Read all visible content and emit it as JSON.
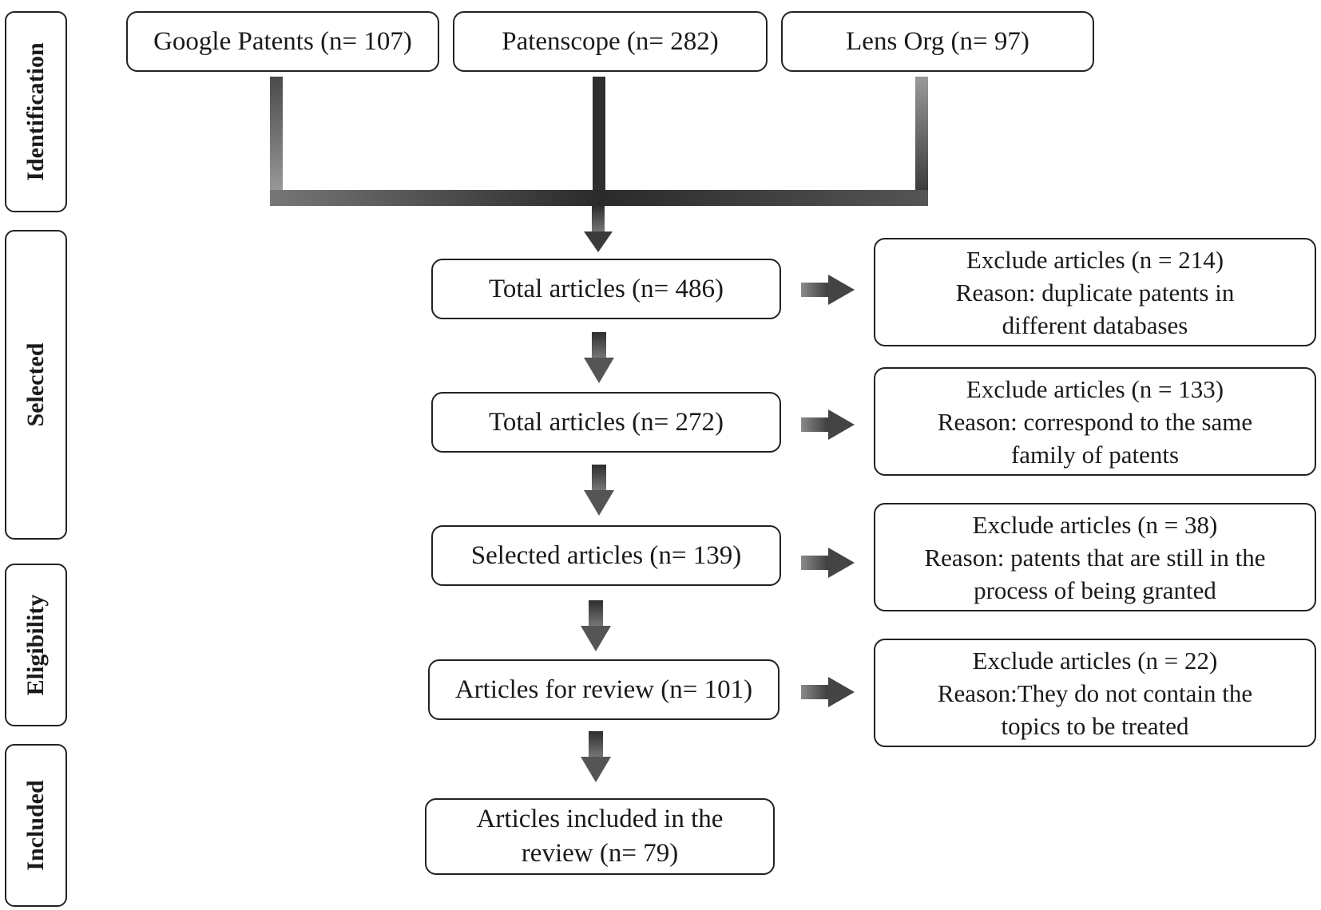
{
  "stages": {
    "identification": "Identification",
    "selected": "Selected",
    "eligibility": "Eligibility",
    "included": "Included"
  },
  "sources": [
    "Google Patents (n= 107)",
    "Patenscope (n= 282)",
    "Lens Org (n= 97)"
  ],
  "steps": {
    "total_486": "Total articles (n= 486)",
    "total_272": "Total articles (n= 272)",
    "selected_139": "Selected articles (n= 139)",
    "review_101": "Articles for review (n= 101)",
    "included_line1": "Articles included in the",
    "included_line2": "review (n= 79)"
  },
  "exclusions": [
    {
      "line1": "Exclude articles (n = 214)",
      "line2": "Reason: duplicate patents in",
      "line3": "different databases"
    },
    {
      "line1": "Exclude articles (n = 133)",
      "line2": "Reason: correspond to the same",
      "line3": "family of patents"
    },
    {
      "line1": "Exclude articles (n = 38)",
      "line2": "Reason: patents that are still in the",
      "line3": "process of being granted"
    },
    {
      "line1": "Exclude articles (n = 22)",
      "line2": "Reason:They do not contain the",
      "line3": "topics to be treated"
    }
  ]
}
